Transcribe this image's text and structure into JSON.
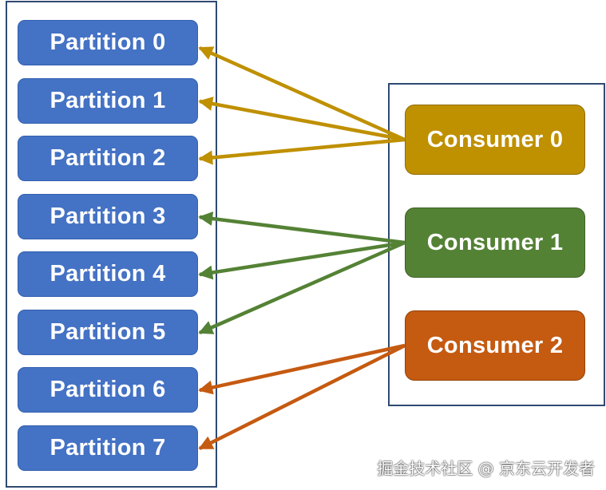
{
  "partitions": {
    "items": [
      {
        "label": "Partition 0"
      },
      {
        "label": "Partition 1"
      },
      {
        "label": "Partition 2"
      },
      {
        "label": "Partition 3"
      },
      {
        "label": "Partition 4"
      },
      {
        "label": "Partition 5"
      },
      {
        "label": "Partition 6"
      },
      {
        "label": "Partition 7"
      }
    ],
    "color": "#4472c4"
  },
  "consumers": {
    "items": [
      {
        "label": "Consumer 0",
        "color": "#bf9000",
        "assigned_partitions": [
          0,
          1,
          2
        ]
      },
      {
        "label": "Consumer 1",
        "color": "#548235",
        "assigned_partitions": [
          3,
          4,
          5
        ]
      },
      {
        "label": "Consumer 2",
        "color": "#c55a11",
        "assigned_partitions": [
          6,
          7
        ]
      }
    ]
  },
  "watermark": "掘金技术社区 @ 京东云开发者"
}
